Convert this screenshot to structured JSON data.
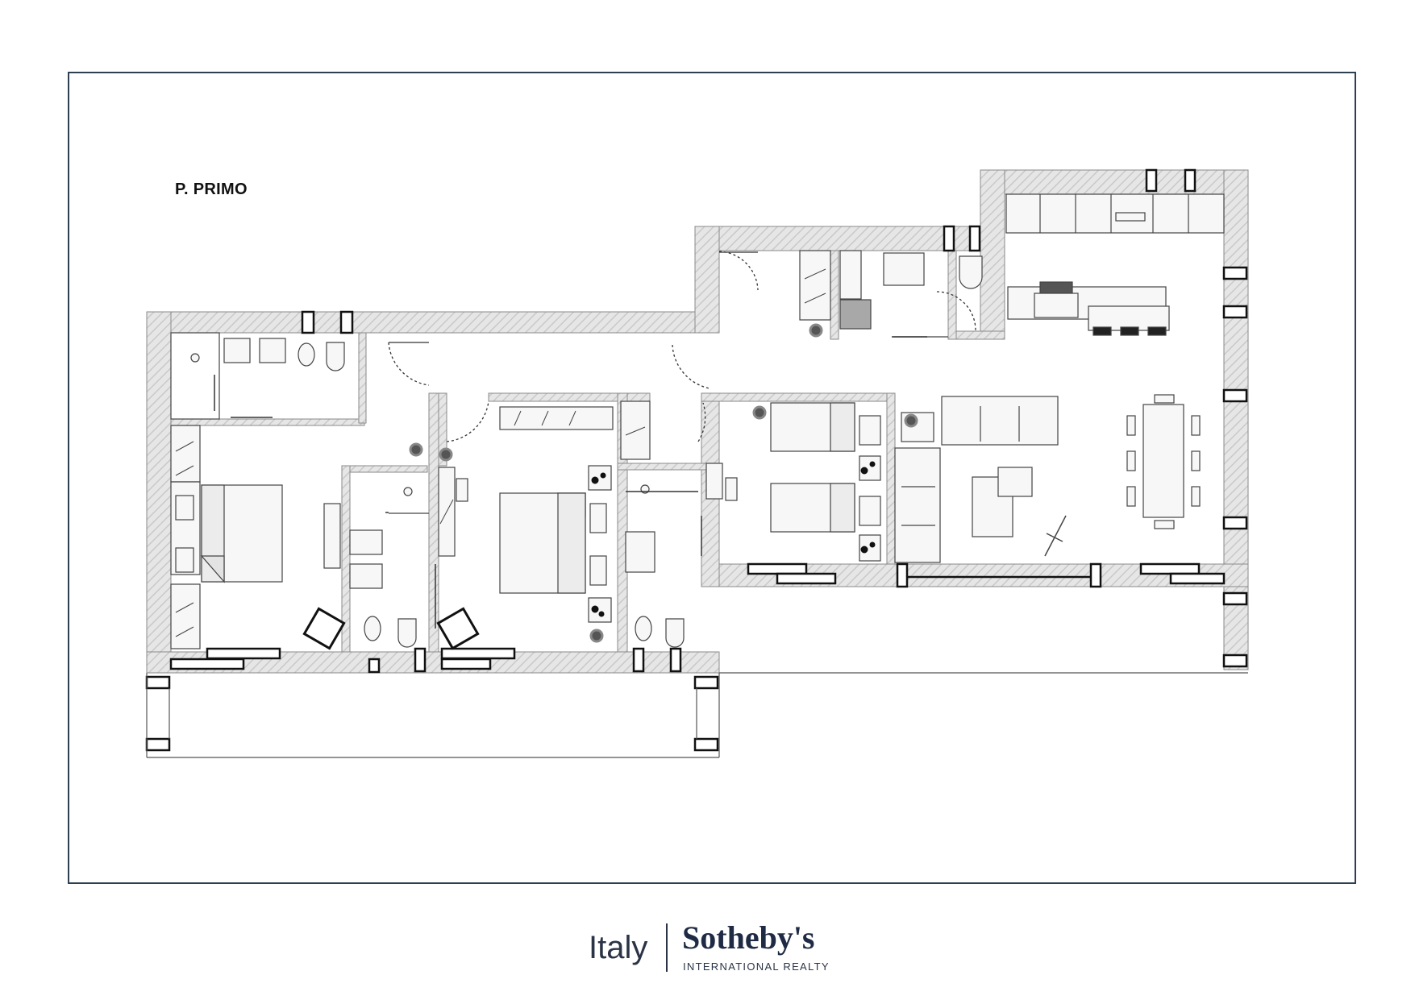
{
  "floor_label": "P. PRIMO",
  "logo": {
    "country": "Italy",
    "brand": "Sotheby's",
    "subtitle": "INTERNATIONAL REALTY"
  },
  "colors": {
    "frame": "#2f3f52",
    "wall_hatch": "#d9d9d9",
    "line": "#222222",
    "furniture_fill": "#f4f4f4",
    "brand_navy": "#1f2a44"
  }
}
